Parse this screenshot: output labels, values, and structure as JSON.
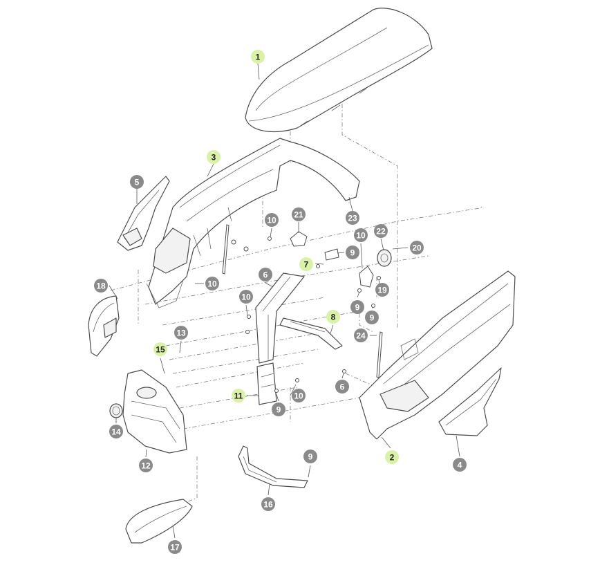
{
  "colors": {
    "callout_gray": "#8a8a8a",
    "callout_green": "#d9f2a6",
    "text_on_gray": "#ffffff",
    "text_on_green": "#222222",
    "line": "#4a4a4a"
  },
  "callouts": [
    {
      "label": "1",
      "style": "green"
    },
    {
      "label": "3",
      "style": "green"
    },
    {
      "label": "5",
      "style": "gray"
    },
    {
      "label": "23",
      "style": "gray"
    },
    {
      "label": "10",
      "style": "gray"
    },
    {
      "label": "21",
      "style": "gray"
    },
    {
      "label": "22",
      "style": "gray"
    },
    {
      "label": "20",
      "style": "gray"
    },
    {
      "label": "10",
      "style": "gray"
    },
    {
      "label": "19",
      "style": "gray"
    },
    {
      "label": "9",
      "style": "gray"
    },
    {
      "label": "7",
      "style": "green"
    },
    {
      "label": "6",
      "style": "gray"
    },
    {
      "label": "10",
      "style": "gray"
    },
    {
      "label": "9",
      "style": "gray"
    },
    {
      "label": "9",
      "style": "gray"
    },
    {
      "label": "18",
      "style": "gray"
    },
    {
      "label": "10",
      "style": "gray"
    },
    {
      "label": "8",
      "style": "green"
    },
    {
      "label": "13",
      "style": "gray"
    },
    {
      "label": "24",
      "style": "gray"
    },
    {
      "label": "15",
      "style": "green"
    },
    {
      "label": "6",
      "style": "gray"
    },
    {
      "label": "11",
      "style": "green"
    },
    {
      "label": "10",
      "style": "gray"
    },
    {
      "label": "9",
      "style": "gray"
    },
    {
      "label": "14",
      "style": "gray"
    },
    {
      "label": "2",
      "style": "green"
    },
    {
      "label": "4",
      "style": "gray"
    },
    {
      "label": "12",
      "style": "gray"
    },
    {
      "label": "9",
      "style": "gray"
    },
    {
      "label": "16",
      "style": "gray"
    },
    {
      "label": "17",
      "style": "gray"
    }
  ]
}
